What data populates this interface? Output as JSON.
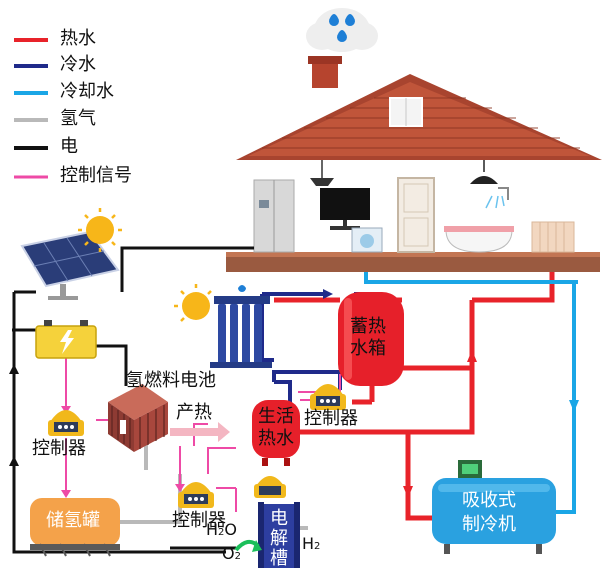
{
  "legend": {
    "hot_water": {
      "label": "热水",
      "color": "#e8232a"
    },
    "cold_water": {
      "label": "冷水",
      "color": "#1f2a8a"
    },
    "cooling_water": {
      "label": "冷却水",
      "color": "#1aa6e6"
    },
    "hydrogen": {
      "label": "氢气",
      "color": "#b9b9b9"
    },
    "electricity": {
      "label": "电",
      "color": "#111111"
    },
    "control_signal": {
      "label": "控制信号",
      "color": "#ee4aa6"
    }
  },
  "components": {
    "fuel_cell_label": "氢燃料电池",
    "heat_label": "产热",
    "storage_tank_line1": "蓄热",
    "storage_tank_line2": "水箱",
    "domestic_hot_water_line1": "生活",
    "domestic_hot_water_line2": "热水",
    "controller_label": "控制器",
    "hydrogen_tank_label": "储氢罐",
    "electrolyzer_chars": [
      "电",
      "解",
      "槽"
    ],
    "absorption_chiller_line1": "吸收式",
    "absorption_chiller_line2": "制冷机",
    "h2o": {
      "base": "H",
      "sub": "2",
      "tail": "O"
    },
    "o2": {
      "base": "O",
      "sub": "2"
    },
    "h2": {
      "base": "H",
      "sub": "2"
    }
  }
}
